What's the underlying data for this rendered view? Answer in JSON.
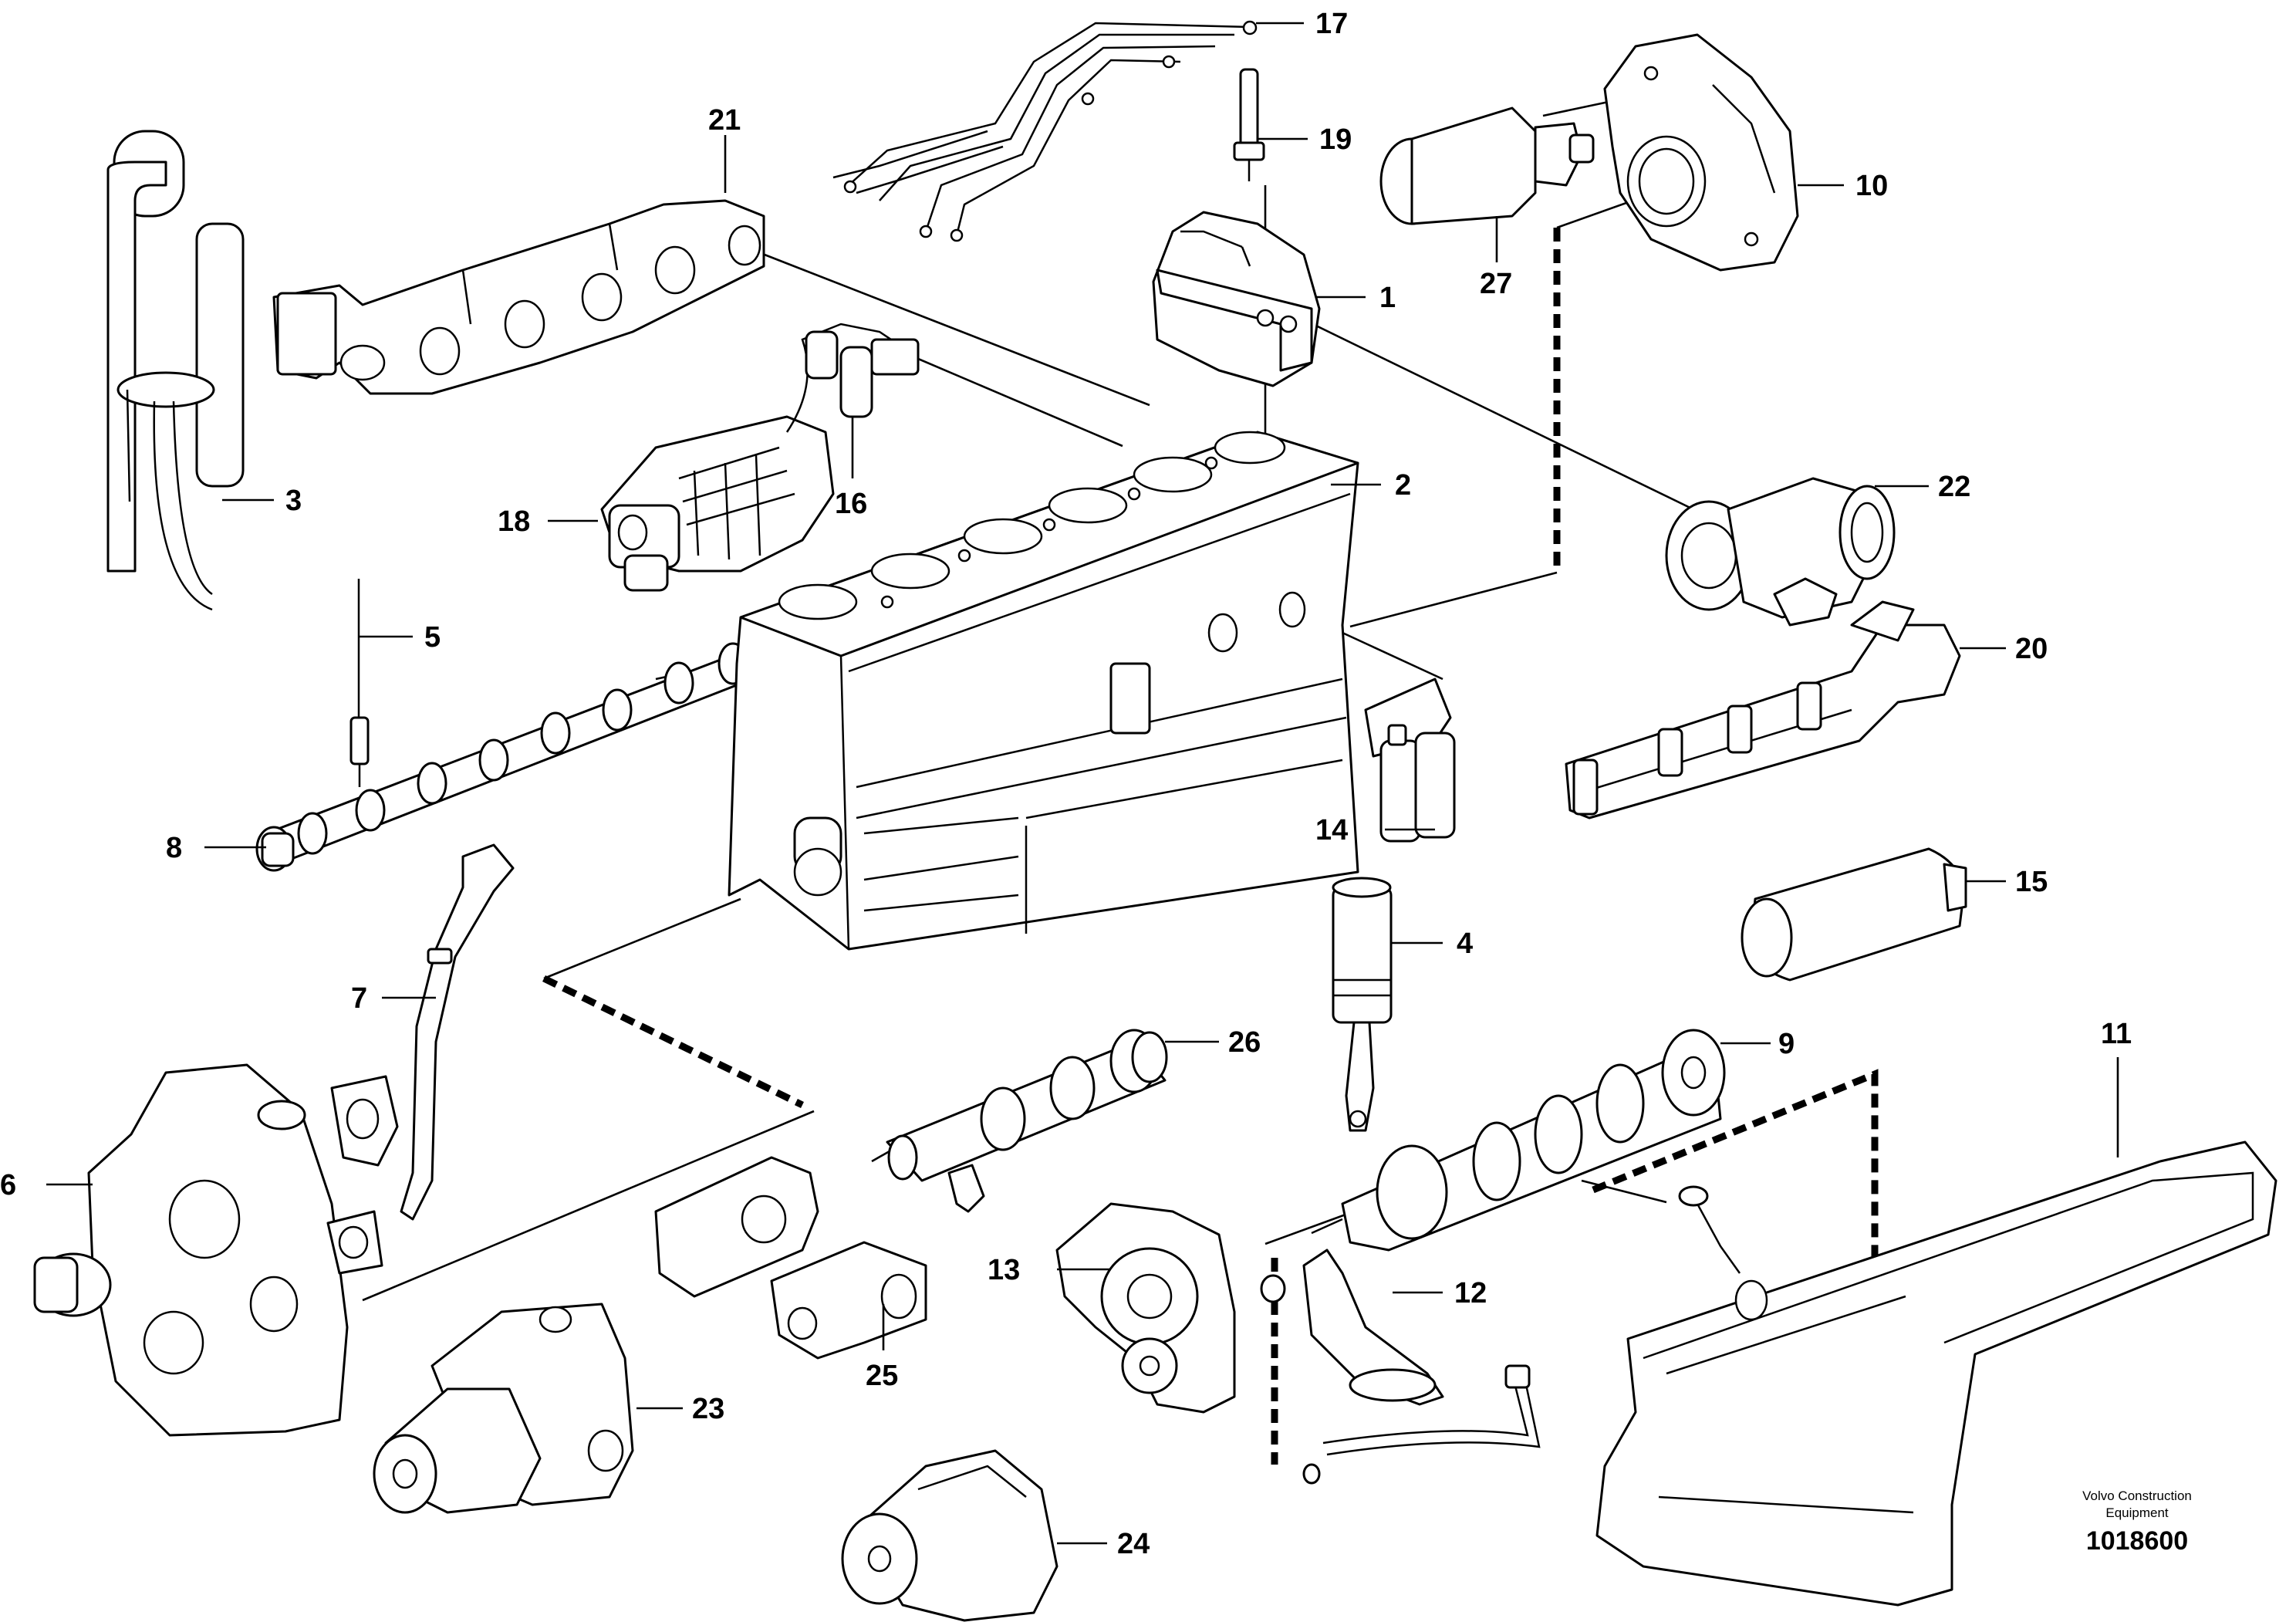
{
  "callouts": [
    {
      "id": "1",
      "label": "1"
    },
    {
      "id": "2",
      "label": "2"
    },
    {
      "id": "3",
      "label": "3"
    },
    {
      "id": "4",
      "label": "4"
    },
    {
      "id": "5",
      "label": "5"
    },
    {
      "id": "6",
      "label": "6"
    },
    {
      "id": "7",
      "label": "7"
    },
    {
      "id": "8",
      "label": "8"
    },
    {
      "id": "9",
      "label": "9"
    },
    {
      "id": "10",
      "label": "10"
    },
    {
      "id": "11",
      "label": "11"
    },
    {
      "id": "12",
      "label": "12"
    },
    {
      "id": "13",
      "label": "13"
    },
    {
      "id": "14",
      "label": "14"
    },
    {
      "id": "15",
      "label": "15"
    },
    {
      "id": "16",
      "label": "16"
    },
    {
      "id": "17",
      "label": "17"
    },
    {
      "id": "18",
      "label": "18"
    },
    {
      "id": "19",
      "label": "19"
    },
    {
      "id": "20",
      "label": "20"
    },
    {
      "id": "21",
      "label": "21"
    },
    {
      "id": "22",
      "label": "22"
    },
    {
      "id": "23",
      "label": "23"
    },
    {
      "id": "24",
      "label": "24"
    },
    {
      "id": "25",
      "label": "25"
    },
    {
      "id": "26",
      "label": "26"
    },
    {
      "id": "27",
      "label": "27"
    }
  ],
  "brand": {
    "line1": "Volvo Construction",
    "line2": "Equipment"
  },
  "document_number": "1018600"
}
